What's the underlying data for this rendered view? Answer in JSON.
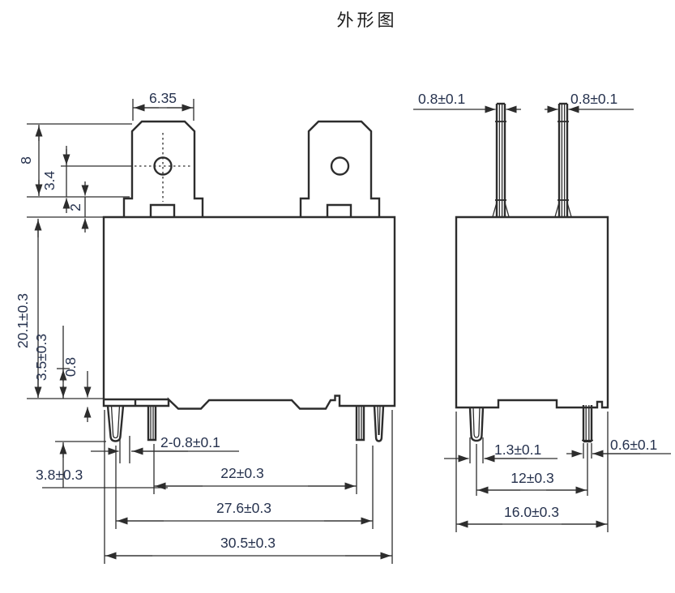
{
  "title": "外形图",
  "colors": {
    "line": "#2d2d2d",
    "dim_text": "#26324e",
    "background": "#ffffff"
  },
  "front_view": {
    "dimensions": {
      "terminal_width": "6.35",
      "terminal_height": "8",
      "hole_offset": "3.4",
      "terminal_base_height": "2",
      "body_height": "20.1±0.3",
      "standoff_height": "3.5±0.3",
      "flange_thickness": "0.8",
      "pin_length": "3.8±0.3",
      "coil_pin_width": "2-0.8±0.1",
      "inner_pin_pitch": "22±0.3",
      "outer_pin_pitch": "27.6±0.3",
      "body_width": "30.5±0.3"
    }
  },
  "side_view": {
    "dimensions": {
      "blade_thickness_left": "0.8±0.1",
      "blade_thickness_right": "0.8±0.1",
      "pin_width": "1.3±0.1",
      "pin_thickness": "0.6±0.1",
      "pin_pitch": "12±0.3",
      "body_depth": "16.0±0.3"
    }
  }
}
